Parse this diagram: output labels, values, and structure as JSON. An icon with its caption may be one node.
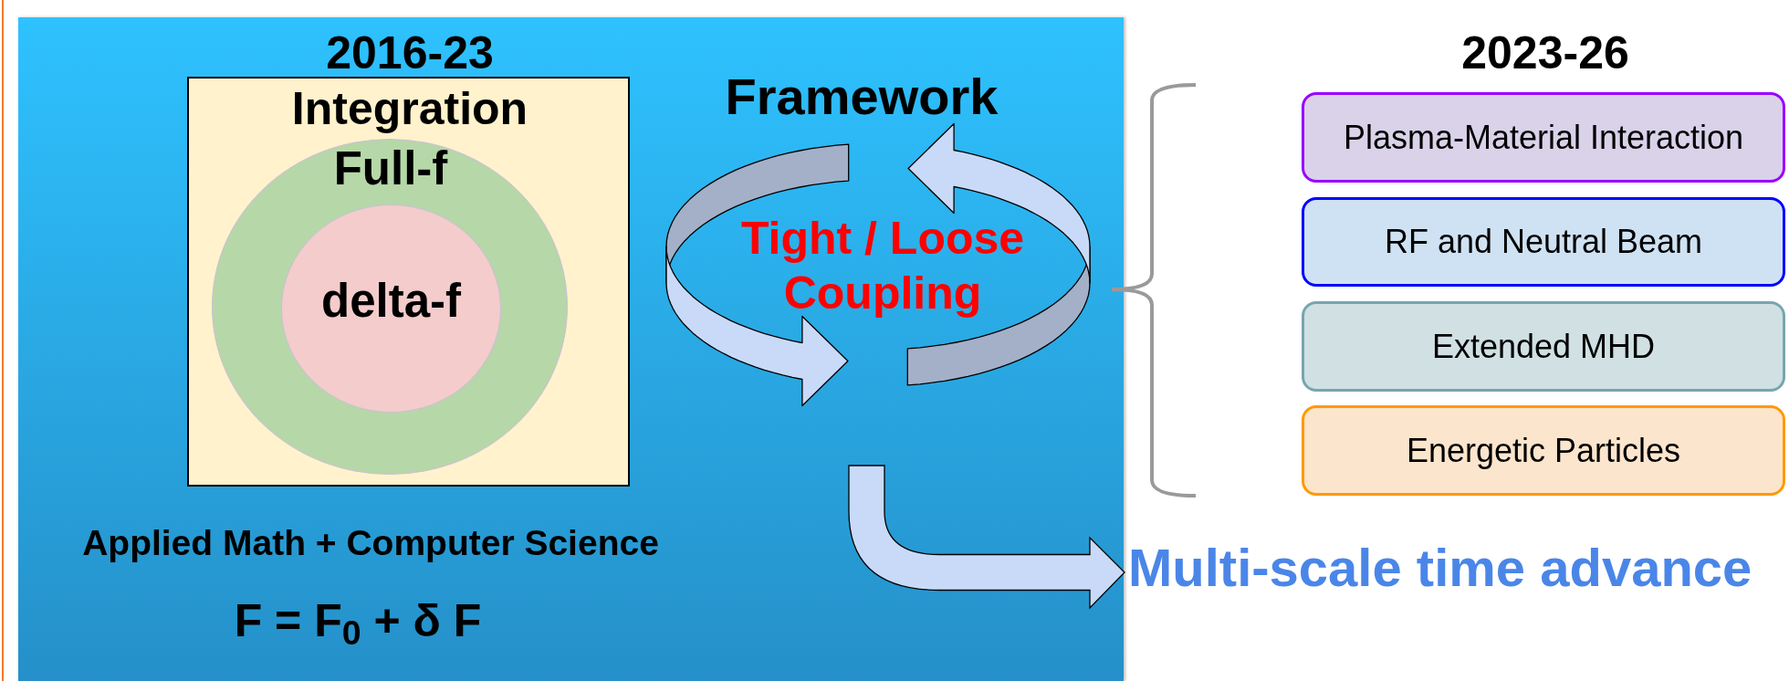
{
  "diagram": {
    "nodes": [
      {
        "text": [
          "Framework",
          "Tight / Loose Coupling",
          "Applied Math + Computer Science",
          "F = F$_{0}$ + δ F"
        ]
      },
      {
        "text": [
          "2016-23",
          "Integration"
        ],
        "in": 0
      },
      {
        "text": [
          "Full-f"
        ],
        "in": 1
      },
      {
        "text": [
          "delta-f"
        ],
        "in": 2
      },
      {
        "text": [
          "Multi-scale time advance"
        ]
      },
      {
        "text": [
          "Plasma-Material Interaction"
        ]
      },
      {
        "text": [
          "RF and Neutral Beam"
        ]
      },
      {
        "text": [
          "Extended MHD"
        ]
      },
      {
        "text": [
          "Energetic Particles"
        ]
      }
    ],
    "edges": [
      {
        "from": null,
        "to": 4,
        "arrow": "to"
      }
    ],
    "labels": [
      "2023-26"
    ]
  }
}
